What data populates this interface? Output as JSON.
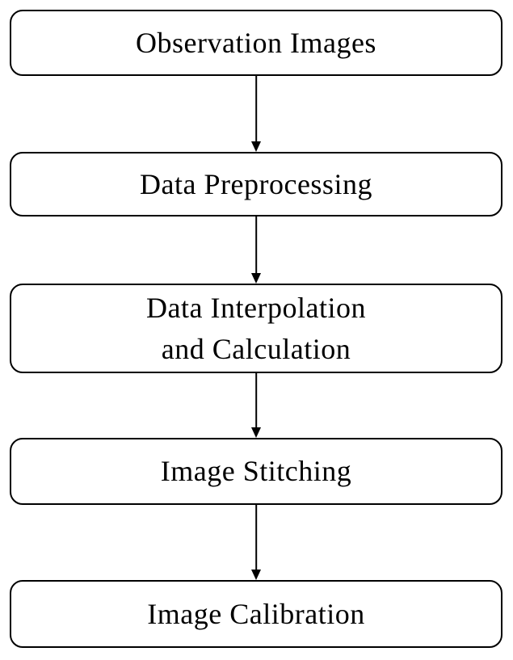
{
  "diagram": {
    "type": "flowchart",
    "direction": "top-to-bottom",
    "stroke_color": "#000000",
    "fill_color": "#ffffff",
    "nodes": [
      {
        "id": "observation-images",
        "label": "Observation Images"
      },
      {
        "id": "data-preprocessing",
        "label": "Data Preprocessing"
      },
      {
        "id": "data-interpolation-and-calculation",
        "label": "Data Interpolation\nand Calculation"
      },
      {
        "id": "image-stitching",
        "label": "Image Stitching"
      },
      {
        "id": "image-calibration",
        "label": "Image Calibration"
      }
    ],
    "edges": [
      {
        "from": "observation-images",
        "to": "data-preprocessing"
      },
      {
        "from": "data-preprocessing",
        "to": "data-interpolation-and-calculation"
      },
      {
        "from": "data-interpolation-and-calculation",
        "to": "image-stitching"
      },
      {
        "from": "image-stitching",
        "to": "image-calibration"
      }
    ]
  }
}
